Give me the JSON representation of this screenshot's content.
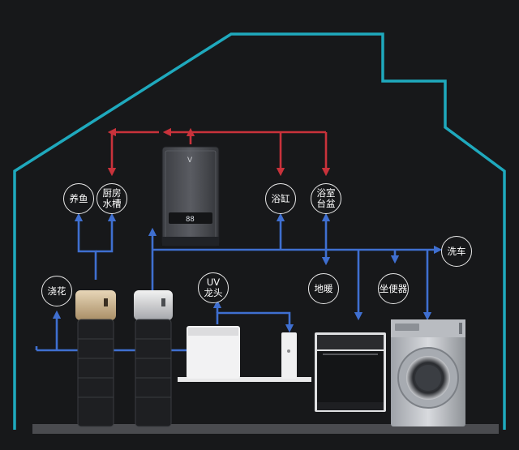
{
  "labels": {
    "fish": "养鱼",
    "kitchen_sink": "厨房\n水槽",
    "bathtub": "浴缸",
    "bathroom_basin": "浴室\n台盆",
    "car_wash": "洗车",
    "watering": "浇花",
    "uv_faucet": "UV\n龙头",
    "floor_heating": "地暖",
    "toilet": "坐便器"
  },
  "devices": {
    "heater_display": "88",
    "heater_logo": "V"
  },
  "colors": {
    "background": "#17181a",
    "house_outline": "#1fa9bd",
    "hot_water": "#c9323b",
    "cold_water": "#3f6fd0",
    "floor": "#4a4b4f",
    "label_ring": "#e8e8e8"
  }
}
